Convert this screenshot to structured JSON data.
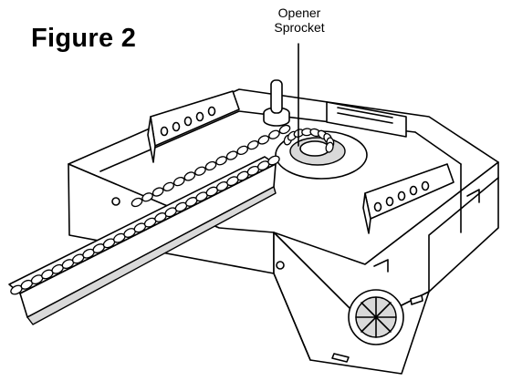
{
  "figure": {
    "title": "Figure 2",
    "callout_line1": "Opener",
    "callout_line2": "Sprocket"
  },
  "icons": {
    "illustration": "garage-door-opener-drawing"
  },
  "colors": {
    "ink": "#000000",
    "paper": "#ffffff",
    "shade": "#d9d9d9"
  }
}
